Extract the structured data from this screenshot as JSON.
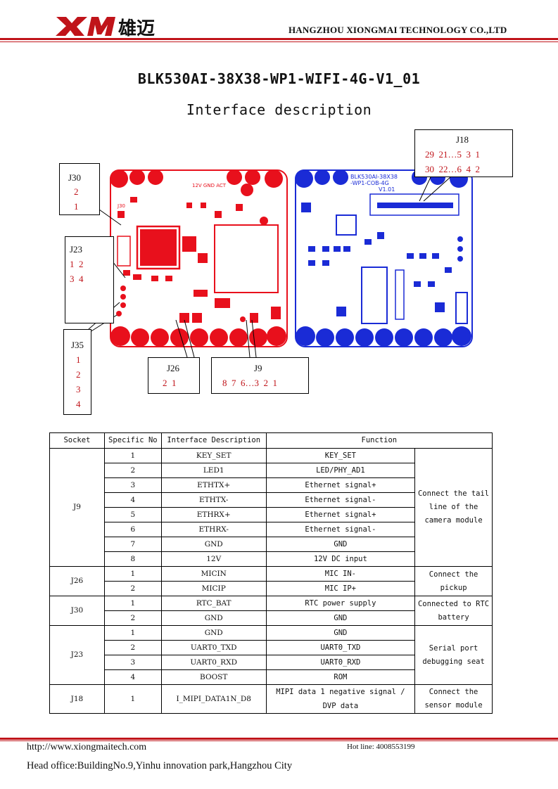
{
  "header": {
    "logo_text": "XM雄迈",
    "company": "HANGZHOU XIONGMAI TECHNOLOGY CO.,LTD"
  },
  "title": "BLK530AI-38X38-WP1-WIFI-4G-V1_01",
  "subtitle": "Interface description",
  "colors": {
    "accent": "#c0141a",
    "board_red": "#e8101c",
    "board_blue": "#1a2bd6"
  },
  "board_labels": {
    "red_silk_top": "12V GND ACT",
    "red_j30": "J30",
    "blue_name_1": "BLK530AI-38X38",
    "blue_name_2": "-WP1-COB-4G",
    "blue_name_3": "V1.01"
  },
  "callouts": {
    "j18": {
      "name": "J18",
      "row1": "29  21…5  3  1",
      "row2": "30  22…6  4  2"
    },
    "j30": {
      "name": "J30",
      "p1": "2",
      "p2": "1"
    },
    "j23": {
      "name": "J23",
      "row1": "1  2",
      "row2": "3  4"
    },
    "j35": {
      "name": "J35",
      "p1": "1",
      "p2": "2",
      "p3": "3",
      "p4": "4"
    },
    "j26": {
      "name": "J26",
      "pins": "2  1"
    },
    "j9": {
      "name": "J9",
      "pins": "8  7  6…3  2  1"
    }
  },
  "table": {
    "headers": [
      "Socket",
      "Specific No",
      "Interface Description",
      "Function"
    ],
    "groups": [
      {
        "socket": "J9",
        "note": "Connect the tail line of the camera module",
        "rows": [
          [
            "1",
            "KEY_SET",
            "KEY_SET"
          ],
          [
            "2",
            "LED1",
            "LED/PHY_AD1"
          ],
          [
            "3",
            "ETHTX+",
            "Ethernet signal+"
          ],
          [
            "4",
            "ETHTX-",
            "Ethernet signal-"
          ],
          [
            "5",
            "ETHRX+",
            "Ethernet signal+"
          ],
          [
            "6",
            "ETHRX-",
            "Ethernet signal-"
          ],
          [
            "7",
            "GND",
            "GND"
          ],
          [
            "8",
            "12V",
            "12V DC input"
          ]
        ]
      },
      {
        "socket": "J26",
        "note": "Connect the pickup",
        "rows": [
          [
            "1",
            "MICIN",
            "MIC IN-"
          ],
          [
            "2",
            "MICIP",
            "MIC IP+"
          ]
        ]
      },
      {
        "socket": "J30",
        "note": "Connected to RTC battery",
        "rows": [
          [
            "1",
            "RTC_BAT",
            "RTC power supply"
          ],
          [
            "2",
            "GND",
            "GND"
          ]
        ]
      },
      {
        "socket": "J23",
        "note": "Serial port debugging seat",
        "rows": [
          [
            "1",
            "GND",
            "GND"
          ],
          [
            "2",
            "UART0_TXD",
            "UART0_TXD"
          ],
          [
            "3",
            "UART0_RXD",
            "UART0_RXD"
          ],
          [
            "4",
            "BOOST",
            "ROM"
          ]
        ]
      },
      {
        "socket": "J18",
        "note": "Connect the sensor module",
        "rows": [
          [
            "1",
            "I_MIPI_DATA1N_D8",
            "MIPI data 1 negative signal / DVP data"
          ]
        ]
      }
    ]
  },
  "footer": {
    "url": "http://www.xiongmaitech.com",
    "hotline": "Hot line: 4008553199",
    "office": "Head office:BuildingNo.9,Yinhu innovation park,Hangzhou City"
  }
}
